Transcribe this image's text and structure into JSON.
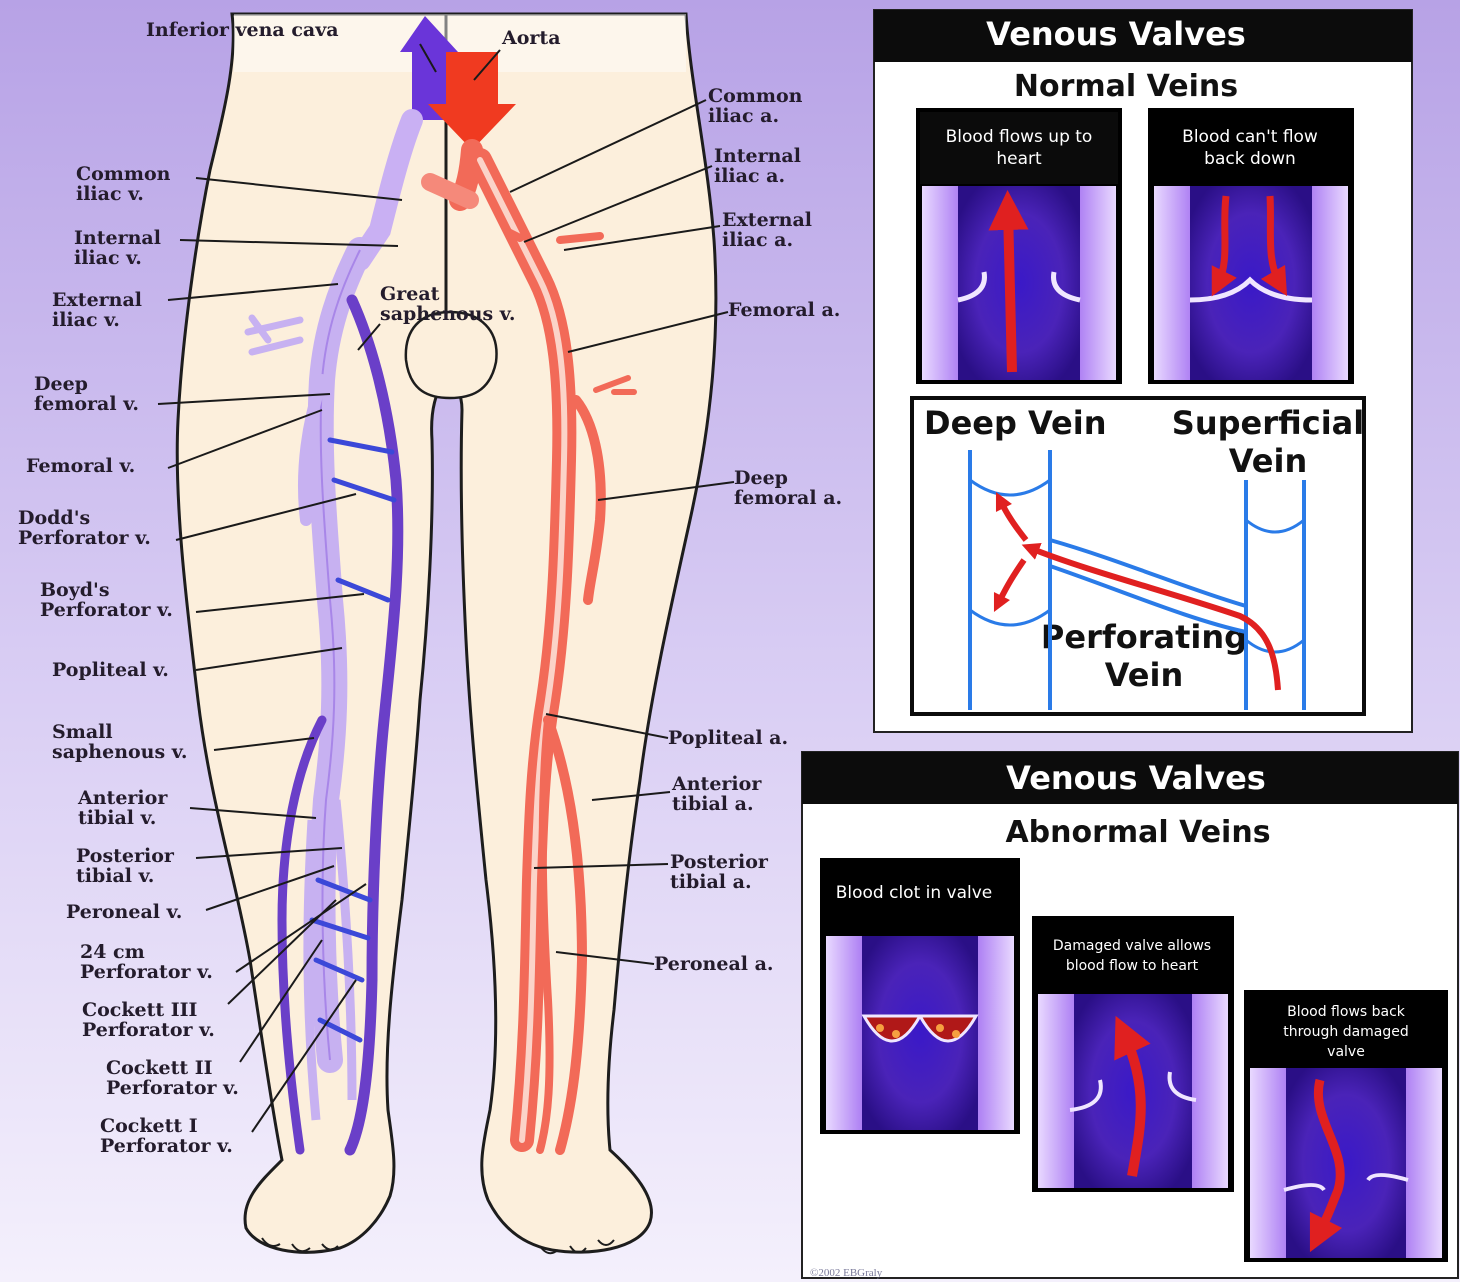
{
  "anatomy_labels": {
    "ivc": "Inferior vena cava",
    "aorta": "Aorta",
    "common_iliac_v": [
      "Common",
      "iliac v."
    ],
    "internal_iliac_v": [
      "Internal",
      "iliac v."
    ],
    "external_iliac_v": [
      "External",
      "iliac v."
    ],
    "great_saphenous_v": [
      "Great",
      "saphenous v."
    ],
    "deep_femoral_v": [
      "Deep",
      "femoral v."
    ],
    "femoral_v": "Femoral v.",
    "dodds_perforator_v": [
      "Dodd's",
      "Perforator v."
    ],
    "boyds_perforator_v": [
      "Boyd's",
      "Perforator v."
    ],
    "popliteal_v": "Popliteal v.",
    "small_saphenous_v": [
      "Small",
      "saphenous v."
    ],
    "anterior_tibial_v": [
      "Anterior",
      "tibial v."
    ],
    "posterior_tibial_v": [
      "Posterior",
      "tibial v."
    ],
    "peroneal_v": "Peroneal v.",
    "perforator_24cm": [
      "24 cm",
      "Perforator v."
    ],
    "cockett_iii": [
      "Cockett III",
      "Perforator v."
    ],
    "cockett_ii": [
      "Cockett II",
      "Perforator v."
    ],
    "cockett_i": [
      "Cockett I",
      "Perforator v."
    ],
    "common_iliac_a": [
      "Common",
      "iliac a."
    ],
    "internal_iliac_a": [
      "Internal",
      "iliac a."
    ],
    "external_iliac_a": [
      "External",
      "iliac a."
    ],
    "femoral_a": "Femoral a.",
    "deep_femoral_a": [
      "Deep",
      "femoral a."
    ],
    "popliteal_a": "Popliteal a.",
    "anterior_tibial_a": [
      "Anterior",
      "tibial a."
    ],
    "posterior_tibial_a": [
      "Posterior",
      "tibial a."
    ],
    "peroneal_a": "Peroneal a."
  },
  "normal_panel": {
    "title": "Venous Valves",
    "subtitle": "Normal Veins",
    "captions": [
      [
        "Blood flows up to",
        "heart"
      ],
      [
        "Blood can't flow",
        "back down"
      ]
    ],
    "detail": {
      "deep_vein": "Deep Vein",
      "superficial_vein": [
        "Superficial",
        "Vein"
      ],
      "perforating_vein": [
        "Perforating",
        "Vein"
      ]
    }
  },
  "abnormal_panel": {
    "title": "Venous Valves",
    "subtitle": "Abnormal Veins",
    "captions": [
      [
        "Blood clot in valve"
      ],
      [
        "Damaged valve allows",
        "blood flow to heart"
      ],
      [
        "Blood flows back",
        "through damaged",
        "valve"
      ]
    ]
  },
  "copyright": "©2002 EBGraly",
  "colors": {
    "vein": "#6a3fc8",
    "vein_light": "#c4a7f0",
    "artery": "#f05a46",
    "artery_light": "#f8a898",
    "skin": "#fcefdc",
    "background": "#cbb9ee"
  }
}
